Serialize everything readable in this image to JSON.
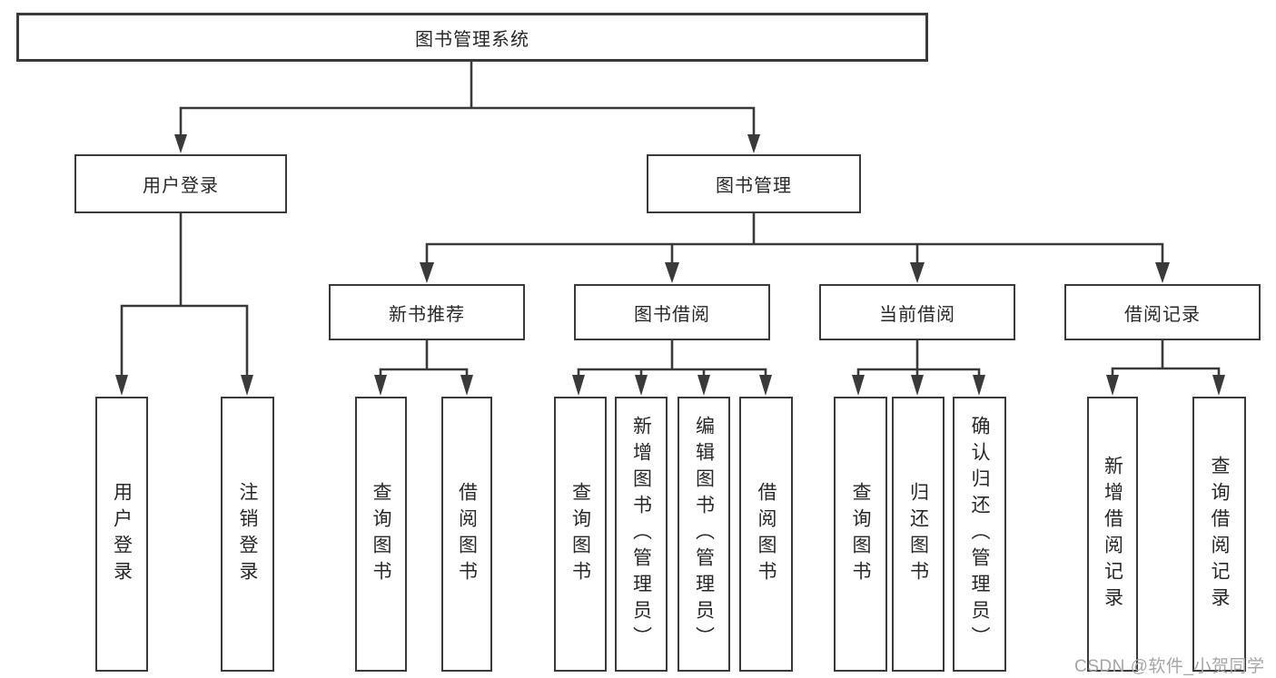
{
  "colors": {
    "line": "#3a3a3a",
    "text": "#282828",
    "box_fill": "#ffffff",
    "watermark": "#a6a6a6",
    "page_bg": "#ffffff"
  },
  "watermark": {
    "text": "CSDN @软件_小贺同学"
  },
  "tree": {
    "root": {
      "label": "图书管理系统",
      "children": [
        {
          "label": "用户登录",
          "children": [
            {
              "label": "用户登录"
            },
            {
              "label": "注销登录"
            }
          ]
        },
        {
          "label": "图书管理",
          "children": [
            {
              "label": "新书推荐",
              "children": [
                {
                  "label": "查询图书"
                },
                {
                  "label": "借阅图书"
                }
              ]
            },
            {
              "label": "图书借阅",
              "children": [
                {
                  "label": "查询图书"
                },
                {
                  "label": "新增图书（管理员）"
                },
                {
                  "label": "编辑图书（管理员）"
                },
                {
                  "label": "借阅图书"
                }
              ]
            },
            {
              "label": "当前借阅",
              "children": [
                {
                  "label": "查询图书"
                },
                {
                  "label": "归还图书"
                },
                {
                  "label": "确认归还（管理员）"
                }
              ]
            },
            {
              "label": "借阅记录",
              "children": [
                {
                  "label": "新增借阅记录"
                },
                {
                  "label": "查询借阅记录"
                }
              ]
            }
          ]
        }
      ]
    }
  }
}
